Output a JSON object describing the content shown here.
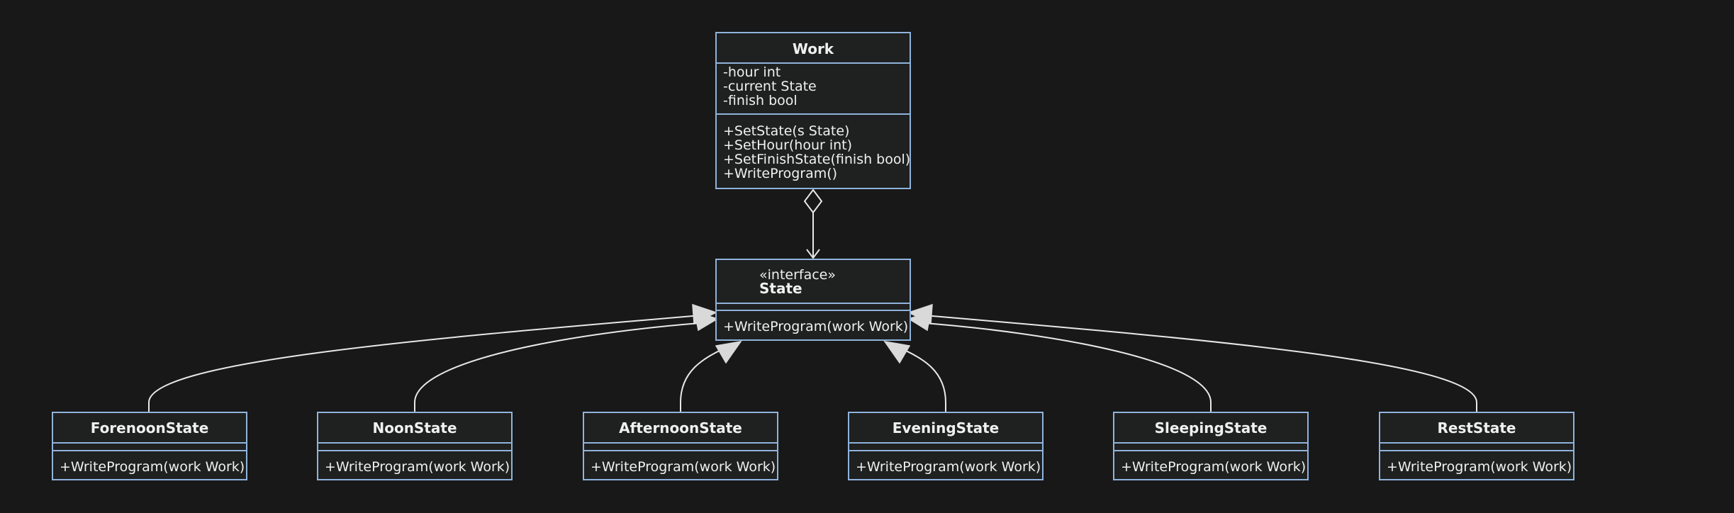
{
  "classes": {
    "work": {
      "name": "Work",
      "attributes": [
        "-hour int",
        "-current State",
        "-finish bool"
      ],
      "methods": [
        "+SetState(s State)",
        "+SetHour(hour int)",
        "+SetFinishState(finish bool)",
        "+WriteProgram()"
      ]
    },
    "state": {
      "stereotype": "«interface»",
      "name": "State",
      "methods": [
        "+WriteProgram(work Work)"
      ]
    },
    "forenoon": {
      "name": "ForenoonState",
      "methods": [
        "+WriteProgram(work Work)"
      ]
    },
    "noon": {
      "name": "NoonState",
      "methods": [
        "+WriteProgram(work Work)"
      ]
    },
    "afternoon": {
      "name": "AfternoonState",
      "methods": [
        "+WriteProgram(work Work)"
      ]
    },
    "evening": {
      "name": "EveningState",
      "methods": [
        "+WriteProgram(work Work)"
      ]
    },
    "sleeping": {
      "name": "SleepingState",
      "methods": [
        "+WriteProgram(work Work)"
      ]
    },
    "rest": {
      "name": "RestState",
      "methods": [
        "+WriteProgram(work Work)"
      ]
    }
  },
  "relations": [
    {
      "from": "work",
      "to": "state",
      "type": "aggregation"
    },
    {
      "from": "forenoon",
      "to": "state",
      "type": "realization"
    },
    {
      "from": "noon",
      "to": "state",
      "type": "realization"
    },
    {
      "from": "afternoon",
      "to": "state",
      "type": "realization"
    },
    {
      "from": "evening",
      "to": "state",
      "type": "realization"
    },
    {
      "from": "sleeping",
      "to": "state",
      "type": "realization"
    },
    {
      "from": "rest",
      "to": "state",
      "type": "realization"
    }
  ],
  "colors": {
    "background": "#181818",
    "box_fill": "#1f2020",
    "box_border": "#8fb3dc",
    "text": "#f0f0f0",
    "edge": "#e8e8e8"
  }
}
